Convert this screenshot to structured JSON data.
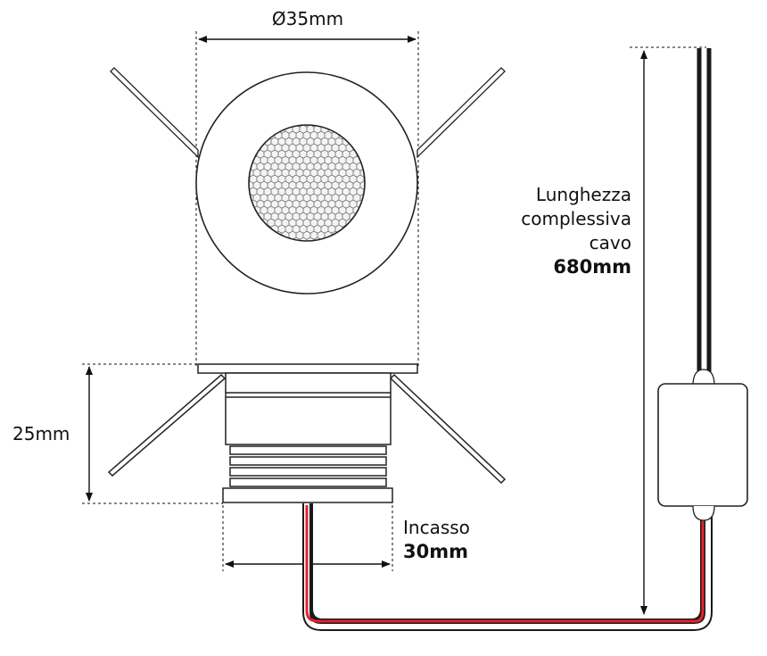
{
  "labels": {
    "diameter": "Ø35mm",
    "height": "25mm",
    "recess_title": "Incasso",
    "recess_value": "30mm",
    "cable_line1": "Lunghezza",
    "cable_line2": "complessiva",
    "cable_line3": "cavo",
    "cable_value": "680mm"
  },
  "colors": {
    "outline": "#222222",
    "cable_red": "#e8202a",
    "cable_black": "#1a1a1a",
    "dimension": "#111111"
  },
  "icons": {
    "arrow": "filled-triangle-arrowhead"
  }
}
